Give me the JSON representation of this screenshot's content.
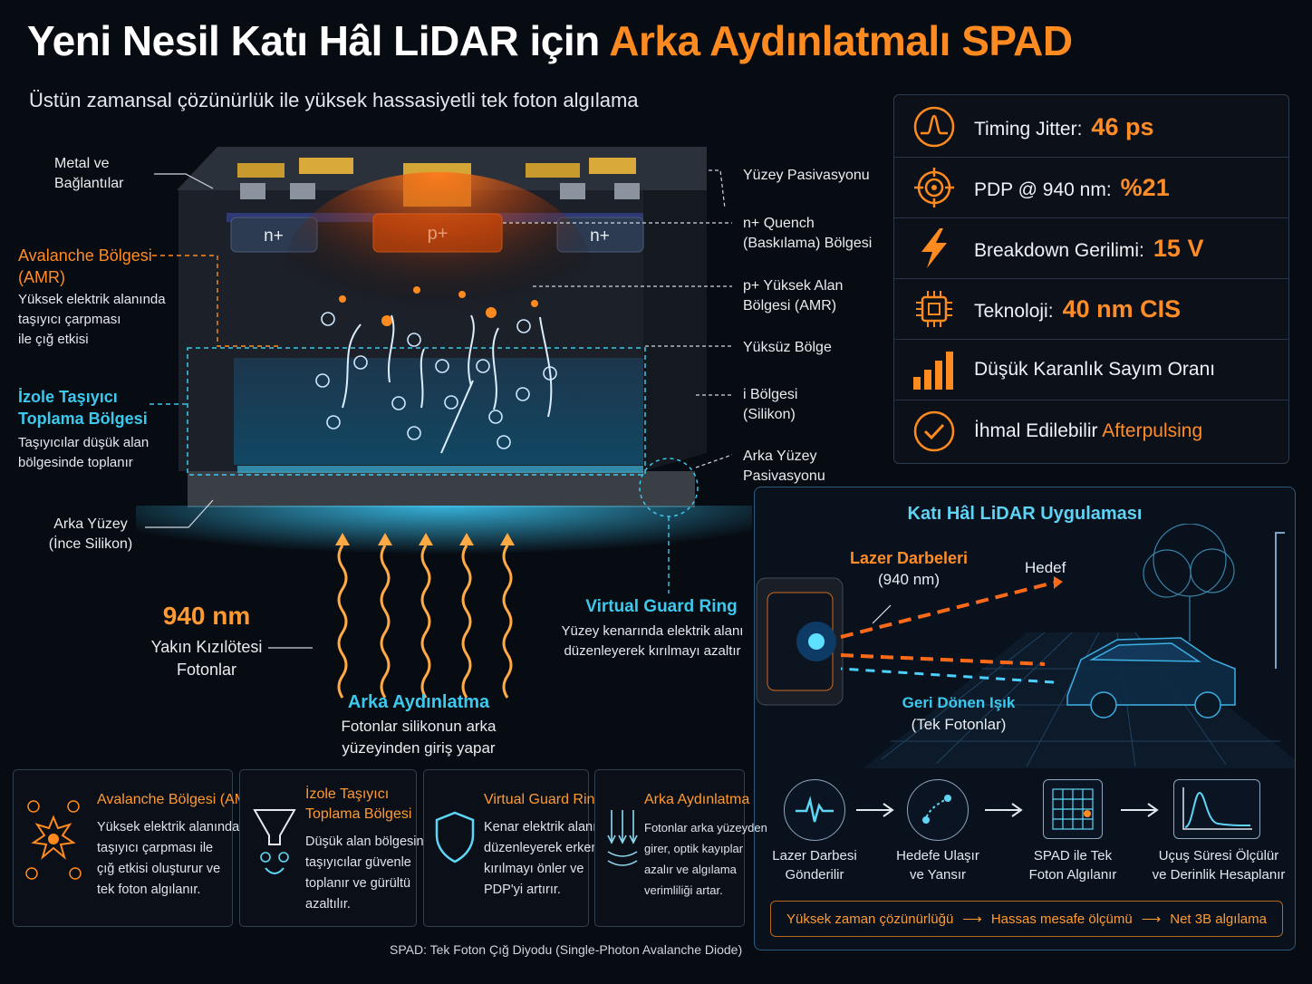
{
  "header": {
    "title_part1": "Yeni Nesil Katı Hâl LiDAR için ",
    "title_part2": "Arka Aydınlatmalı SPAD",
    "subtitle": "Üstün zamansal çözünürlük ile yüksek hassasiyetli tek foton algılama"
  },
  "colors": {
    "accent_orange": "#ff8a1f",
    "accent_cyan": "#3dc8ee",
    "background": "#070b12"
  },
  "device": {
    "n_left": "n+",
    "p_center": "p+",
    "n_right": "n+"
  },
  "left_labels": {
    "metal_1": "Metal ve",
    "metal_2": "Bağlantılar",
    "avalanche_title_1": "Avalanche Bölgesi",
    "avalanche_title_2": "(AMR)",
    "avalanche_desc_1": "Yüksek elektrik alanında",
    "avalanche_desc_2": "taşıyıcı çarpması",
    "avalanche_desc_3": "ile çığ etkisi",
    "isolated_title_1": "İzole Taşıyıcı",
    "isolated_title_2": "Toplama Bölgesi",
    "isolated_desc_1": "Taşıyıcılar düşük alan",
    "isolated_desc_2": "bölgesinde toplanır",
    "back_surface_1": "Arka Yüzey",
    "back_surface_2": "(İnce Silikon)",
    "wavelength": "940 nm",
    "photons_1": "Yakın Kızılötesi",
    "photons_2": "Fotonlar"
  },
  "right_labels": {
    "surface_passivation": "Yüzey Pasivasyonu",
    "quench_1": "n+ Quench",
    "quench_2": "(Baskılama) Bölgesi",
    "high_field_1": "p+ Yüksek Alan",
    "high_field_2": "Bölgesi (AMR)",
    "depleted": "Yüksüz Bölge",
    "i_region_1": "i Bölgesi",
    "i_region_2": "(Silikon)",
    "back_passivation_1": "Arka Yüzey",
    "back_passivation_2": "Pasivasyonu"
  },
  "guard_ring": {
    "title": "Virtual Guard Ring",
    "desc_1": "Yüzey kenarında elektrik alanı",
    "desc_2": "düzenleyerek kırılmayı azaltır"
  },
  "back_illumination": {
    "title": "Arka Aydınlatma",
    "desc_1": "Fotonlar silikonun arka",
    "desc_2": "yüzeyinden giriş yapar"
  },
  "specs": [
    {
      "icon": "pulse-icon",
      "label": "Timing Jitter:",
      "value": "46 ps"
    },
    {
      "icon": "target-icon",
      "label": "PDP @ 940 nm:",
      "value": "%21"
    },
    {
      "icon": "lightning-icon",
      "label": "Breakdown Gerilimi:",
      "value": "15 V"
    },
    {
      "icon": "chip-icon",
      "label": "Teknoloji:",
      "value": "40 nm CIS"
    },
    {
      "icon": "bars-icon",
      "label": "Düşük Karanlık Sayım Oranı",
      "value": ""
    },
    {
      "icon": "check-icon",
      "label": "İhmal Edilebilir ",
      "value": "Afterpulsing"
    }
  ],
  "lidar": {
    "title": "Katı Hâl LiDAR Uygulaması",
    "laser_1": "Lazer Darbeleri",
    "laser_2": "(940 nm)",
    "target": "Hedef",
    "return_1": "Geri Dönen Işık",
    "return_2": "(Tek Fotonlar)",
    "steps": [
      {
        "icon": "laser-pulse-icon",
        "line1": "Lazer Darbesi",
        "line2": "Gönderilir"
      },
      {
        "icon": "reflect-icon",
        "line1": "Hedefe Ulaşır",
        "line2": "ve Yansır"
      },
      {
        "icon": "spad-grid-icon",
        "line1": "SPAD ile Tek",
        "line2": "Foton Algılanır"
      },
      {
        "icon": "tof-curve-icon",
        "line1": "Uçuş Süresi Ölçülür",
        "line2": "ve Derinlik Hesaplanır"
      }
    ],
    "flow": [
      "Yüksek zaman çözünürlüğü",
      "Hassas mesafe ölçümü",
      "Net 3B algılama"
    ]
  },
  "cards": [
    {
      "icon": "avalanche-icon",
      "title_1": "Avalanche Bölgesi (AMR)",
      "title_2": "",
      "lines": [
        "Yüksek elektrik alanında",
        "taşıyıcı çarpması ile",
        "çığ etkisi oluşturur ve",
        "tek foton algılanır."
      ]
    },
    {
      "icon": "funnel-icon",
      "title_1": "İzole Taşıyıcı",
      "title_2": "Toplama Bölgesi",
      "lines": [
        "Düşük alan bölgesinde",
        "taşıyıcılar güvenle",
        "toplanır ve gürültü",
        "azaltılır."
      ]
    },
    {
      "icon": "shield-icon",
      "title_1": "Virtual Guard Ring",
      "title_2": "",
      "lines": [
        "Kenar elektrik alanını",
        "düzenleyerek erken",
        "kırılmayı önler ve",
        "PDP'yi artırır."
      ]
    },
    {
      "icon": "arrows-down-icon",
      "title_1": "Arka Aydınlatma",
      "title_2": "",
      "lines": [
        "Fotonlar arka yüzeyden",
        "girer, optik kayıplar",
        "azalır ve algılama",
        "verimliliği artar."
      ]
    }
  ],
  "footnote": "SPAD: Tek Foton Çığ Diyodu (Single-Photon Avalanche Diode)"
}
